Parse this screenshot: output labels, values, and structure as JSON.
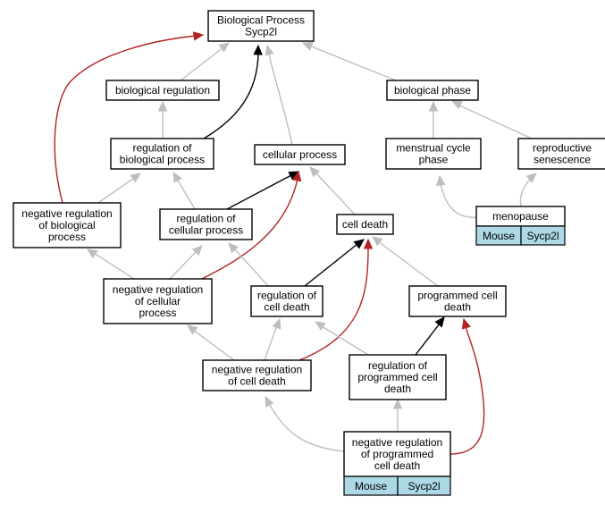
{
  "colors": {
    "is_a": "#bebebe",
    "positively_regulates": "#000000",
    "negatively_regulates": "#b22222",
    "annotation_cell": "#add8e6"
  },
  "nodes": {
    "root": [
      "Biological Process",
      "Sycp2l"
    ],
    "biological_regulation": [
      "biological regulation"
    ],
    "biological_phase": [
      "biological phase"
    ],
    "regulation_of_biological_process": [
      "regulation of",
      "biological process"
    ],
    "cellular_process": [
      "cellular process"
    ],
    "menstrual_cycle_phase": [
      "menstrual cycle",
      "phase"
    ],
    "reproductive_senescence": [
      "reproductive",
      "senescence"
    ],
    "negative_regulation_of_biological_process": [
      "negative regulation",
      "of biological",
      "process"
    ],
    "regulation_of_cellular_process": [
      "regulation of",
      "cellular process"
    ],
    "cell_death": [
      "cell death"
    ],
    "menopause": [
      "menopause"
    ],
    "negative_regulation_of_cellular_process": [
      "negative regulation",
      "of cellular",
      "process"
    ],
    "regulation_of_cell_death": [
      "regulation of",
      "cell death"
    ],
    "programmed_cell_death": [
      "programmed cell",
      "death"
    ],
    "negative_regulation_of_cell_death": [
      "negative regulation",
      "of cell death"
    ],
    "regulation_of_programmed_cell_death": [
      "regulation of",
      "programmed cell",
      "death"
    ],
    "negative_regulation_of_programmed_cell_death": [
      "negative regulation",
      "of programmed",
      "cell death"
    ]
  },
  "annotations": {
    "menopause": [
      "Mouse",
      "Sycp2l"
    ],
    "negative_regulation_of_programmed_cell_death": [
      "Mouse",
      "Sycp2l"
    ]
  },
  "edges": [
    {
      "from": "biological_regulation",
      "to": "root",
      "relation": "is_a"
    },
    {
      "from": "regulation_of_biological_process",
      "to": "root",
      "relation": "positively_regulates"
    },
    {
      "from": "cellular_process",
      "to": "root",
      "relation": "is_a"
    },
    {
      "from": "biological_phase",
      "to": "root",
      "relation": "is_a"
    },
    {
      "from": "negative_regulation_of_biological_process",
      "to": "root",
      "relation": "negatively_regulates"
    },
    {
      "from": "regulation_of_biological_process",
      "to": "biological_regulation",
      "relation": "is_a"
    },
    {
      "from": "menstrual_cycle_phase",
      "to": "biological_phase",
      "relation": "is_a"
    },
    {
      "from": "reproductive_senescence",
      "to": "biological_phase",
      "relation": "is_a"
    },
    {
      "from": "negative_regulation_of_biological_process",
      "to": "regulation_of_biological_process",
      "relation": "is_a"
    },
    {
      "from": "regulation_of_cellular_process",
      "to": "regulation_of_biological_process",
      "relation": "is_a"
    },
    {
      "from": "regulation_of_cellular_process",
      "to": "cellular_process",
      "relation": "positively_regulates"
    },
    {
      "from": "negative_regulation_of_cellular_process",
      "to": "cellular_process",
      "relation": "negatively_regulates"
    },
    {
      "from": "cell_death",
      "to": "cellular_process",
      "relation": "is_a"
    },
    {
      "from": "menopause",
      "to": "menstrual_cycle_phase",
      "relation": "is_a"
    },
    {
      "from": "menopause",
      "to": "reproductive_senescence",
      "relation": "is_a"
    },
    {
      "from": "negative_regulation_of_cellular_process",
      "to": "negative_regulation_of_biological_process",
      "relation": "is_a"
    },
    {
      "from": "negative_regulation_of_cellular_process",
      "to": "regulation_of_cellular_process",
      "relation": "is_a"
    },
    {
      "from": "regulation_of_cell_death",
      "to": "regulation_of_cellular_process",
      "relation": "is_a"
    },
    {
      "from": "regulation_of_cell_death",
      "to": "cell_death",
      "relation": "positively_regulates"
    },
    {
      "from": "negative_regulation_of_cell_death",
      "to": "cell_death",
      "relation": "negatively_regulates"
    },
    {
      "from": "programmed_cell_death",
      "to": "cell_death",
      "relation": "is_a"
    },
    {
      "from": "negative_regulation_of_cell_death",
      "to": "negative_regulation_of_cellular_process",
      "relation": "is_a"
    },
    {
      "from": "negative_regulation_of_cell_death",
      "to": "regulation_of_cell_death",
      "relation": "is_a"
    },
    {
      "from": "regulation_of_programmed_cell_death",
      "to": "regulation_of_cell_death",
      "relation": "is_a"
    },
    {
      "from": "regulation_of_programmed_cell_death",
      "to": "programmed_cell_death",
      "relation": "positively_regulates"
    },
    {
      "from": "negative_regulation_of_programmed_cell_death",
      "to": "negative_regulation_of_cell_death",
      "relation": "is_a"
    },
    {
      "from": "negative_regulation_of_programmed_cell_death",
      "to": "regulation_of_programmed_cell_death",
      "relation": "is_a"
    },
    {
      "from": "negative_regulation_of_programmed_cell_death",
      "to": "programmed_cell_death",
      "relation": "negatively_regulates"
    }
  ]
}
